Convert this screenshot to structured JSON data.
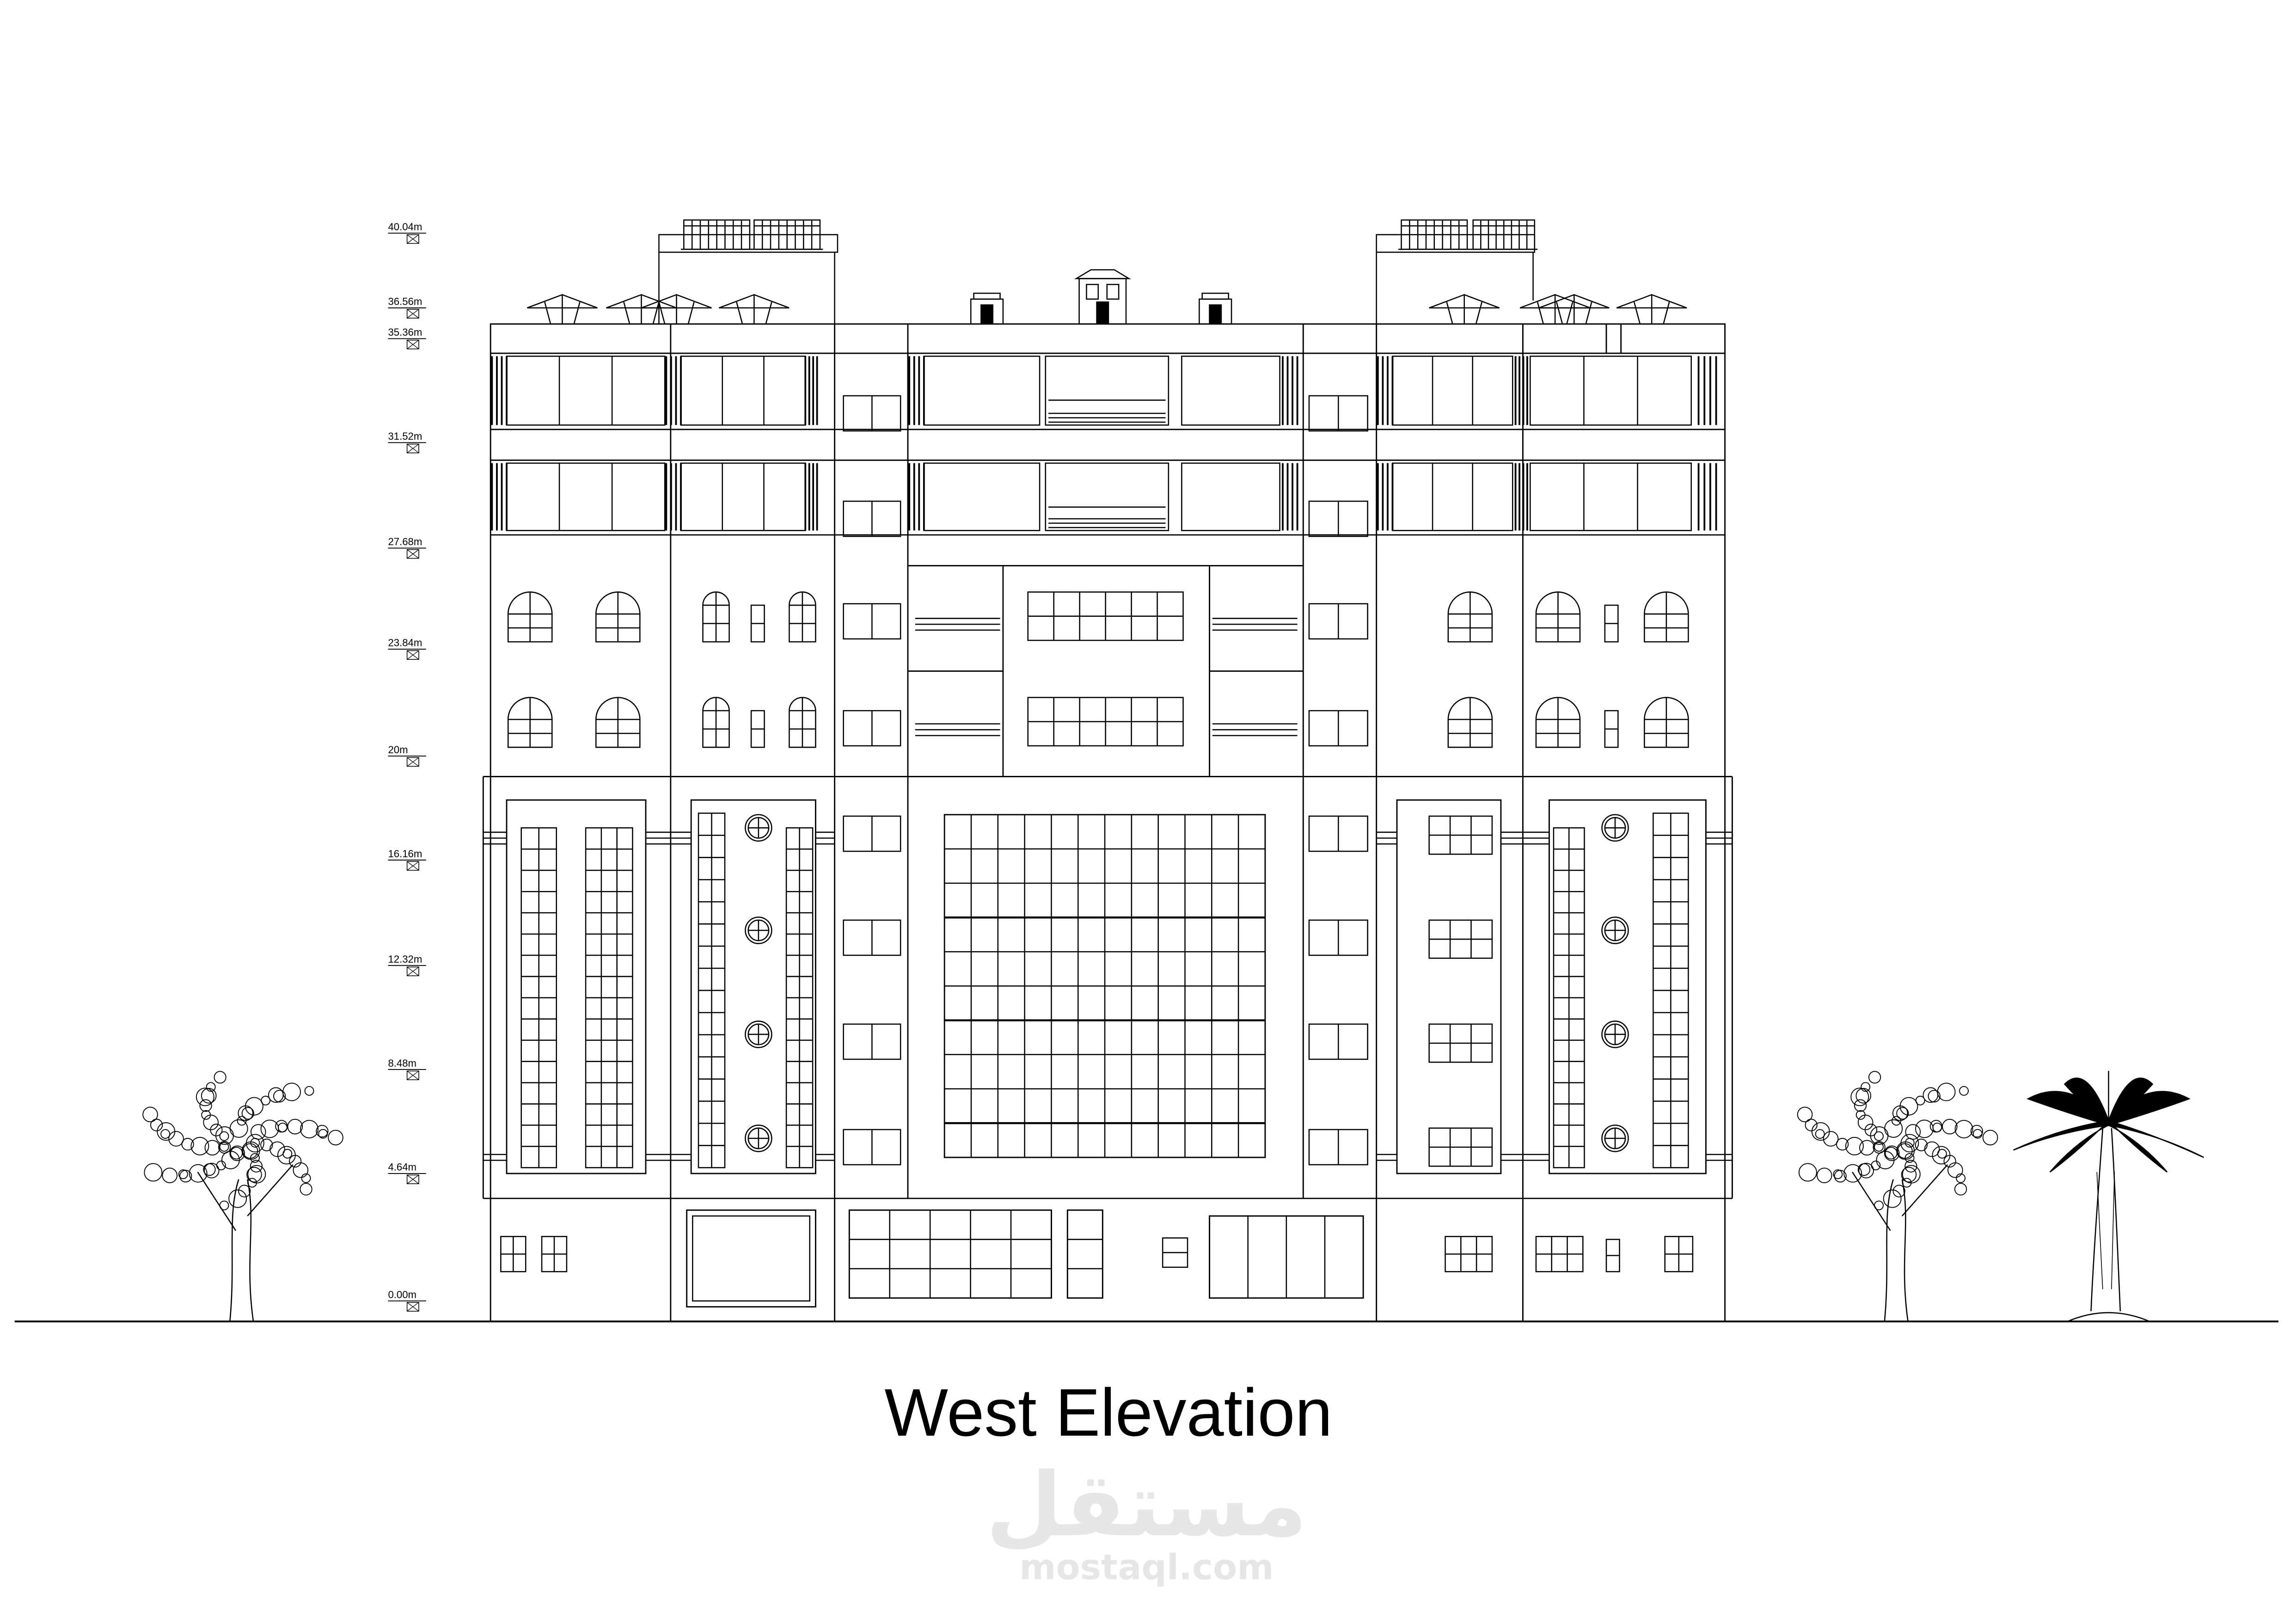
{
  "drawing": {
    "title": "West Elevation",
    "levels": [
      "40.04m",
      "36.56m",
      "35.36m",
      "31.52m",
      "27.68m",
      "23.84m",
      "20m",
      "16.16m",
      "12.32m",
      "8.48m",
      "4.64m",
      "0.00m"
    ]
  },
  "watermark": {
    "arabic": "مستقل",
    "url": "mostaql.com"
  },
  "colors": {
    "line": "#000000",
    "background": "#ffffff",
    "watermark": "#e6e6e6"
  }
}
